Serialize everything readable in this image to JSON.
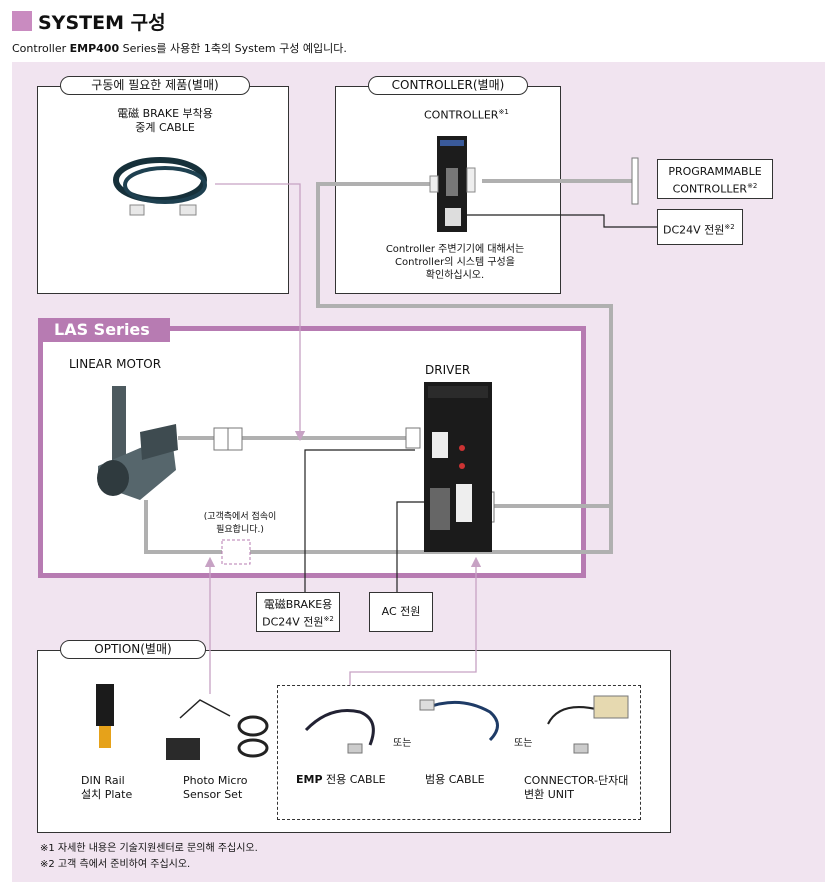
{
  "header": {
    "title": "SYSTEM 구성",
    "subtitle_prefix": "Controller ",
    "subtitle_model": "EMP400",
    "subtitle_suffix": " Series를 사용한 1축의 System 구성 예입니다."
  },
  "drive_parts": {
    "title": "구동에 필요한 제품(별매)",
    "cable_label_line1": "電磁 BRAKE 부착용",
    "cable_label_line2": "중계 CABLE"
  },
  "controller_box": {
    "title": "CONTROLLER(별매)",
    "label": "CONTROLLER",
    "label_note": "※1",
    "desc_line1": "Controller 주변기기에 대해서는",
    "desc_line2": "Controller의 시스템 구성을",
    "desc_line3": "확인하십시오."
  },
  "plc": {
    "line1": "PROGRAMMABLE",
    "line2": "CONTROLLER",
    "note": "※2"
  },
  "dc24v": {
    "label": "DC24V 전원",
    "note": "※2"
  },
  "las": {
    "tab": "LAS Series",
    "motor_label": "LINEAR MOTOR",
    "driver_label": "DRIVER",
    "customer_note_line1": "(고객측에서 접속이",
    "customer_note_line2": "필요합니다.)"
  },
  "brake_power": {
    "line1": "電磁BRAKE용",
    "line2": "DC24V 전원",
    "note": "※2"
  },
  "ac_power": {
    "label": "AC 전원"
  },
  "option": {
    "title": "OPTION(별매)",
    "din_line1": "DIN Rail",
    "din_line2": "설치 Plate",
    "sensor_line1": "Photo Micro",
    "sensor_line2": "Sensor Set",
    "emp_cable_bold": "EMP",
    "emp_cable_rest": " 전용 CABLE",
    "or1": "또는",
    "general_cable": "범용 CABLE",
    "or2": "또는",
    "conv_line1": "CONNECTOR-단자대",
    "conv_line2": "변환 UNIT"
  },
  "footnotes": {
    "note1": "※1 자세한 내용은 기술지원센터로 문의해 주십시오.",
    "note2": "※2 고객 측에서 준비하여 주십시오."
  },
  "colors": {
    "accent": "#b77bb2",
    "panel": "#f1e4f0",
    "wire": "#b0b0b0",
    "arrow": "#c7a2c4"
  }
}
